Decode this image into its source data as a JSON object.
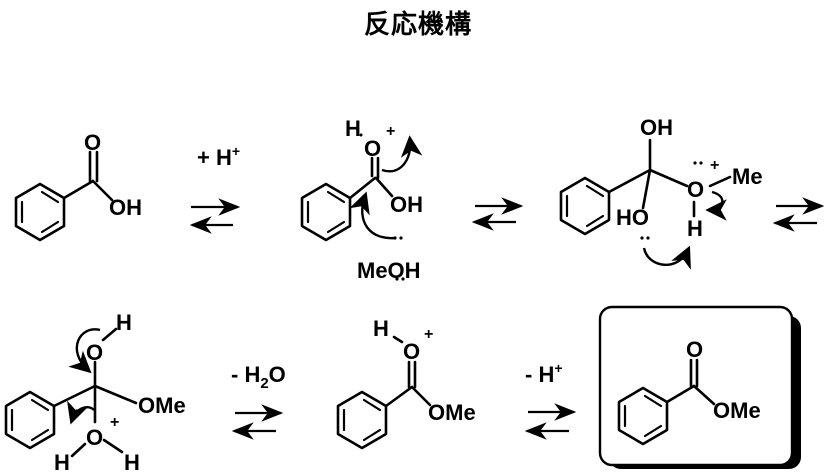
{
  "title": "反応機構",
  "scheme": {
    "row1": {
      "compound1": {
        "name": "benzoic acid",
        "labels": {
          "carbonyl_o": "O",
          "hydroxyl": "OH"
        }
      },
      "step1": {
        "reagent": "+ H",
        "reagent_charge": "+",
        "arrow": "equilibrium"
      },
      "compound2": {
        "name": "protonated benzoic acid",
        "labels": {
          "h": "H",
          "o": "O",
          "charge": "+",
          "hydroxyl": "OH",
          "nucleophile": "MeOH",
          "lone_pair": "··"
        }
      },
      "step2": {
        "reagent": "",
        "arrow": "equilibrium"
      },
      "compound3": {
        "name": "tetrahedral intermediate",
        "labels": {
          "top_oh": "OH",
          "left_ho": "HO",
          "o": "O",
          "me": "Me",
          "h": "H",
          "charge": "+",
          "lone_pair": "··"
        }
      },
      "step3": {
        "reagent": "",
        "arrow": "equilibrium"
      }
    },
    "row2": {
      "compound4": {
        "name": "protonated tetrahedral intermediate",
        "labels": {
          "top_h": "H",
          "top_o": "O",
          "ome": "OMe",
          "bottom_o": "O",
          "charge": "+",
          "h_left": "H",
          "h_right": "H"
        }
      },
      "step4": {
        "reagent": "- H",
        "reagent_sub": "2",
        "reagent_tail": "O",
        "arrow": "equilibrium"
      },
      "compound5": {
        "name": "protonated methyl benzoate",
        "labels": {
          "h": "H",
          "o": "O",
          "charge": "+",
          "ome": "OMe"
        }
      },
      "step5": {
        "reagent": "- H",
        "reagent_charge": "+",
        "arrow": "equilibrium"
      },
      "product": {
        "name": "methyl benzoate",
        "boxed": true,
        "labels": {
          "carbonyl_o": "O",
          "ome": "OMe"
        }
      }
    }
  },
  "colors": {
    "ink": "#000000",
    "background": "#ffffff"
  }
}
